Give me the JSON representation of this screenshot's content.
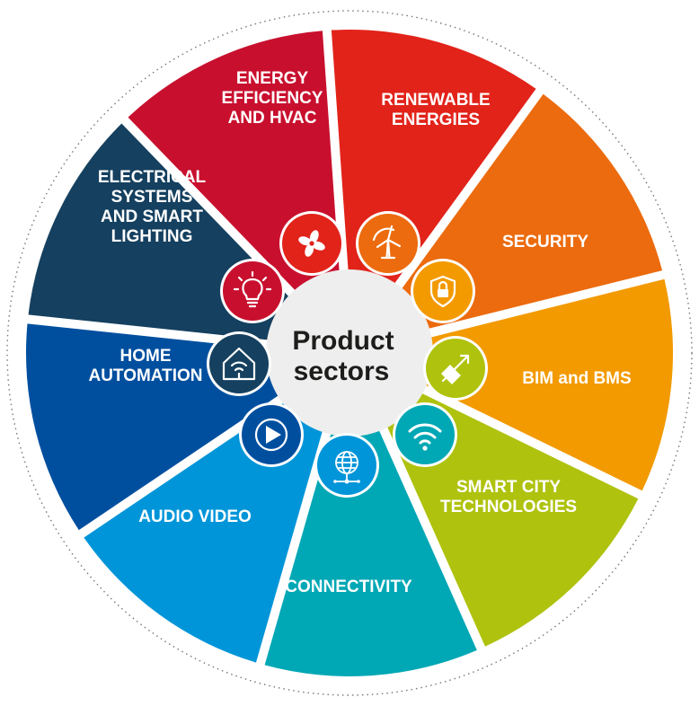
{
  "center": {
    "line1": "Product",
    "line2": "sectors"
  },
  "sectors": [
    {
      "id": "energy-efficiency",
      "label_lines": [
        "ENERGY",
        "EFFICIENCY",
        "AND HVAC"
      ],
      "color": "#e2231a",
      "icon": "fan-icon"
    },
    {
      "id": "renewable-energies",
      "label_lines": [
        "RENEWABLE",
        "ENERGIES"
      ],
      "color": "#ec6b0e",
      "icon": "wind-turbine-icon"
    },
    {
      "id": "security",
      "label_lines": [
        "SECURITY"
      ],
      "color": "#f39a00",
      "icon": "shield-lock-icon"
    },
    {
      "id": "bim-bms",
      "label_lines": [
        "BIM and BMS"
      ],
      "color": "#afc20e",
      "icon": "building-arrows-icon"
    },
    {
      "id": "smart-city",
      "label_lines": [
        "SMART CITY",
        "TECHNOLOGIES"
      ],
      "color": "#00a7b5",
      "icon": "wifi-icon"
    },
    {
      "id": "connectivity",
      "label_lines": [
        "CONNECTIVITY"
      ],
      "color": "#0095d9",
      "icon": "globe-network-icon"
    },
    {
      "id": "audio-video",
      "label_lines": [
        "AUDIO VIDEO"
      ],
      "color": "#004f9f",
      "icon": "play-icon"
    },
    {
      "id": "home-automation",
      "label_lines": [
        "HOME",
        "AUTOMATION"
      ],
      "color": "#15405f",
      "icon": "smart-home-icon"
    },
    {
      "id": "electrical-lighting",
      "label_lines": [
        "ELECTRICAL",
        "SYSTEMS",
        "AND SMART",
        "LIGHTING"
      ],
      "color": "#c8102e",
      "icon": "light-bulb-icon"
    }
  ],
  "hub_color": "#eeeeee",
  "outer_ring_color": "#777777"
}
